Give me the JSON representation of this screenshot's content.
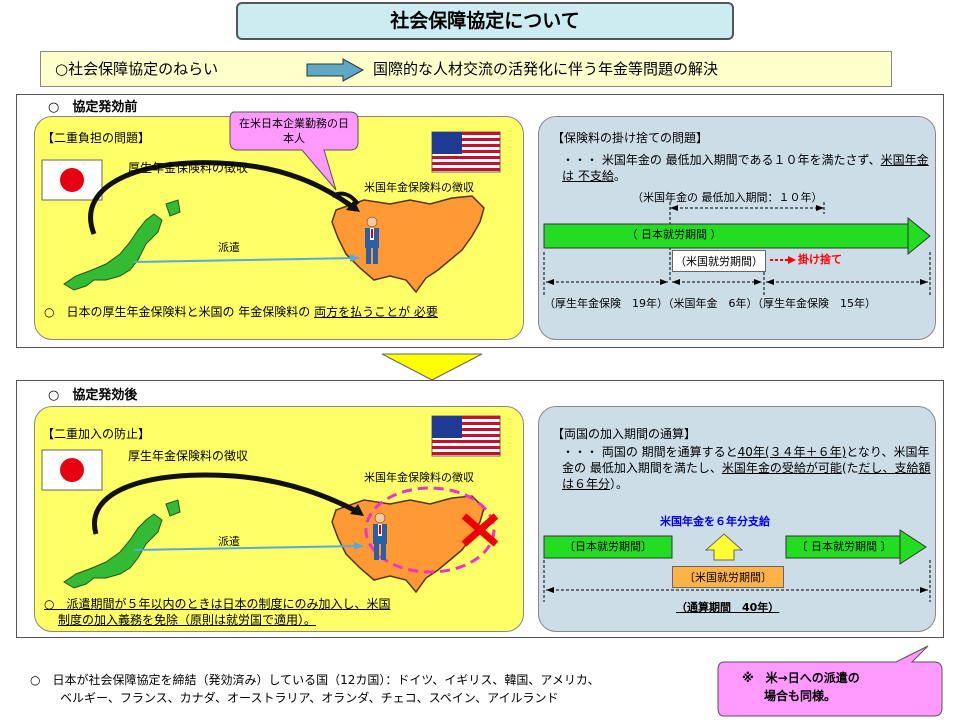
{
  "title": "社会保障協定について",
  "aim": {
    "label": "○社会保障協定のねらい",
    "text": "国際的な人材交流の活発化に伴う年金等問題の解決"
  },
  "before": {
    "heading": "○　協定発効前",
    "left": {
      "header": "【二重負担の問題】",
      "callout": "在米日本企業勤務の日本人",
      "jp_pension": "厚生年金保険料の徴収",
      "us_pension": "米国年金保険料の徴収",
      "dispatch": "派遣",
      "note_prefix": "○　日本の厚生年金保険料と米国の 年金保険料の ",
      "note_underlined": "両方を払うことが 必要"
    },
    "right": {
      "header": "【保険料の掛け捨ての問題】",
      "desc_a": "・・・ 米国年金の 最低加入期間である１０年を満たさず、",
      "desc_b": "米国年金は 不支給",
      "desc_c": "。",
      "min_period": "（米国年金の 最低加入期間：１０年）",
      "jp_work": "（ 日本就労期間 ）",
      "us_work": "（米国就労期間）",
      "forfeit": "掛け捨て",
      "bottom": "（厚生年金保険　19年）（米国年金　6年）（厚生年金保険　15年）"
    }
  },
  "after": {
    "heading": "○　協定発効後",
    "left": {
      "header": "【二重加入の防止】",
      "jp_pension": "厚生年金保険料の徴収",
      "us_pension": "米国年金保険料の徴収",
      "dispatch": "派遣",
      "note_line1": "○　派遣期間が５年以内のときは日本の制度にのみ加入し、米国",
      "note_line2": "制度の加入義務を免除（原則は就労国で適用）。"
    },
    "right": {
      "header": "【両国の加入期間の通算】",
      "desc_1": "・・・ 両国の 期間を通算すると",
      "desc_u1": "40年(３４年＋６年)",
      "desc_2": "となり、米国年金の 最低加入期間を満たし、",
      "desc_u2": "米国年金の受給が可能",
      "desc_3": "(た",
      "desc_u3": "だし、支給額は６年分",
      "desc_4": "）。",
      "payment": "米国年金を６年分支給",
      "jp_work_left": "〔日本就労期間〕",
      "jp_work_right": "〔 日本就労期間 〕",
      "us_work": "〔米国就労期間〕",
      "total": "（通算期間　40年）"
    }
  },
  "footer": {
    "line1": "○　日本が社会保障協定を締結（発効済み）している国（12カ国）：ドイツ、イギリス、韓国、アメリカ、",
    "line2": "ベルギー、フランス、カナダ、オーストラリア、オランダ、チェコ、スペイン、アイルランド",
    "callout_line1": "※　米→日への派遣の",
    "callout_line2": "場合も同様。"
  },
  "colors": {
    "yellow_panel": "#ffff66",
    "blue_panel": "#ccdde8",
    "usa_map": "#ff9933",
    "japan_map": "#33bb33",
    "bar_green": "#22dd22",
    "callout_pink": "#ff99ff"
  }
}
